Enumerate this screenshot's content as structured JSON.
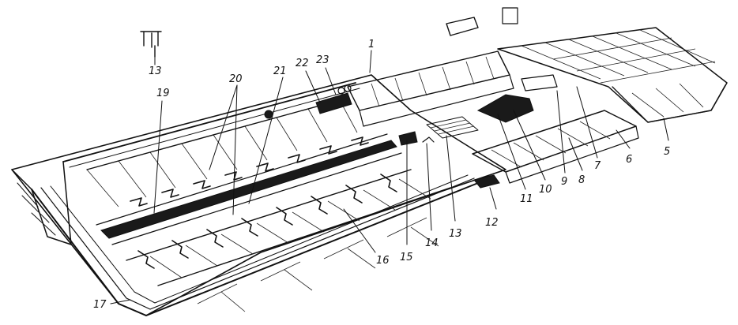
{
  "callouts": [
    {
      "key": "c1",
      "text": "1"
    },
    {
      "key": "c5",
      "text": "5"
    },
    {
      "key": "c6",
      "text": "6"
    },
    {
      "key": "c7",
      "text": "7"
    },
    {
      "key": "c8",
      "text": "8"
    },
    {
      "key": "c9",
      "text": "9"
    },
    {
      "key": "c10",
      "text": "10"
    },
    {
      "key": "c11",
      "text": "11"
    },
    {
      "key": "c12",
      "text": "12"
    },
    {
      "key": "c13a",
      "text": "13"
    },
    {
      "key": "c13b",
      "text": "13"
    },
    {
      "key": "c14",
      "text": "14"
    },
    {
      "key": "c15",
      "text": "15"
    },
    {
      "key": "c16",
      "text": "16"
    },
    {
      "key": "c17",
      "text": "17"
    },
    {
      "key": "c19",
      "text": "19"
    },
    {
      "key": "c20",
      "text": "20"
    },
    {
      "key": "c21",
      "text": "21"
    },
    {
      "key": "c22",
      "text": "22"
    },
    {
      "key": "c23",
      "text": "23"
    }
  ]
}
